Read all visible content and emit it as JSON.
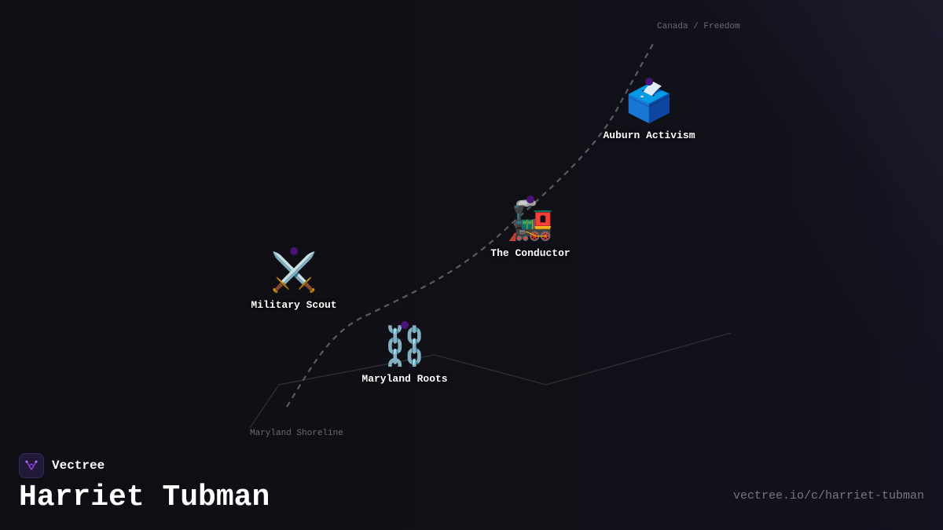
{
  "map": {
    "top_label": "Canada / Freedom",
    "bottom_label": "Maryland Shoreline"
  },
  "nodes": [
    {
      "id": "maryland-roots",
      "label": "Maryland Roots",
      "emoji": "⛓️",
      "icon": "chains-icon"
    },
    {
      "id": "military-scout",
      "label": "Military Scout",
      "emoji": "⚔️",
      "icon": "crossed-swords-icon"
    },
    {
      "id": "the-conductor",
      "label": "The Conductor",
      "emoji": "🚂",
      "icon": "locomotive-icon"
    },
    {
      "id": "auburn-activism",
      "label": "Auburn Activism",
      "emoji": "🗳️",
      "icon": "ballot-box-icon"
    }
  ],
  "brand": {
    "name": "Vectree",
    "icon": "vectree-logo-icon"
  },
  "page": {
    "title": "Harriet Tubman",
    "url": "vectree.io/c/harriet-tubman"
  },
  "colors": {
    "background": "#0f0f14",
    "node_dot": "#4a1378",
    "path": "#5a5a62",
    "accent": "#8b3fd6"
  }
}
